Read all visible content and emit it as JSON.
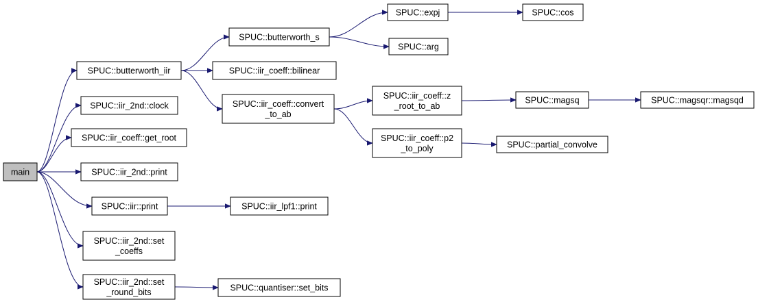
{
  "colors": {
    "edge": "#191970",
    "node_fill": "#ffffff",
    "root_fill": "#bfbfbf",
    "border": "#000000"
  },
  "nodes": [
    {
      "id": "main",
      "lines": [
        "main"
      ],
      "root": true
    },
    {
      "id": "bw_iir",
      "lines": [
        "SPUC::butterworth_iir"
      ]
    },
    {
      "id": "bw_s",
      "lines": [
        "SPUC::butterworth_s"
      ]
    },
    {
      "id": "expj",
      "lines": [
        "SPUC::expj"
      ]
    },
    {
      "id": "cos",
      "lines": [
        "SPUC::cos"
      ]
    },
    {
      "id": "arg",
      "lines": [
        "SPUC::arg"
      ]
    },
    {
      "id": "bilinear",
      "lines": [
        "SPUC::iir_coeff::bilinear"
      ]
    },
    {
      "id": "convert",
      "lines": [
        "SPUC::iir_coeff::convert",
        "_to_ab"
      ]
    },
    {
      "id": "zroot",
      "lines": [
        "SPUC::iir_coeff::z",
        "_root_to_ab"
      ]
    },
    {
      "id": "magsq",
      "lines": [
        "SPUC::magsq"
      ]
    },
    {
      "id": "magsqd",
      "lines": [
        "SPUC::magsqr::magsqd"
      ]
    },
    {
      "id": "p2",
      "lines": [
        "SPUC::iir_coeff::p2",
        "_to_poly"
      ]
    },
    {
      "id": "partial",
      "lines": [
        "SPUC::partial_convolve"
      ]
    },
    {
      "id": "clock",
      "lines": [
        "SPUC::iir_2nd::clock"
      ]
    },
    {
      "id": "getroot",
      "lines": [
        "SPUC::iir_coeff::get_root"
      ]
    },
    {
      "id": "print2nd",
      "lines": [
        "SPUC::iir_2nd::print"
      ]
    },
    {
      "id": "iirprint",
      "lines": [
        "SPUC::iir::print"
      ]
    },
    {
      "id": "lpf1print",
      "lines": [
        "SPUC::iir_lpf1::print"
      ]
    },
    {
      "id": "setcoeffs",
      "lines": [
        "SPUC::iir_2nd::set",
        "_coeffs"
      ]
    },
    {
      "id": "setround",
      "lines": [
        "SPUC::iir_2nd::set",
        "_round_bits"
      ]
    },
    {
      "id": "setbits",
      "lines": [
        "SPUC::quantiser::set_bits"
      ]
    }
  ],
  "edges": [
    [
      "main",
      "bw_iir"
    ],
    [
      "main",
      "clock"
    ],
    [
      "main",
      "getroot"
    ],
    [
      "main",
      "print2nd"
    ],
    [
      "main",
      "iirprint"
    ],
    [
      "main",
      "setcoeffs"
    ],
    [
      "main",
      "setround"
    ],
    [
      "bw_iir",
      "bw_s"
    ],
    [
      "bw_iir",
      "bilinear"
    ],
    [
      "bw_iir",
      "convert"
    ],
    [
      "bw_s",
      "expj"
    ],
    [
      "bw_s",
      "arg"
    ],
    [
      "expj",
      "cos"
    ],
    [
      "convert",
      "zroot"
    ],
    [
      "convert",
      "p2"
    ],
    [
      "zroot",
      "magsq"
    ],
    [
      "magsq",
      "magsqd"
    ],
    [
      "p2",
      "partial"
    ],
    [
      "iirprint",
      "lpf1print"
    ],
    [
      "setround",
      "setbits"
    ]
  ]
}
